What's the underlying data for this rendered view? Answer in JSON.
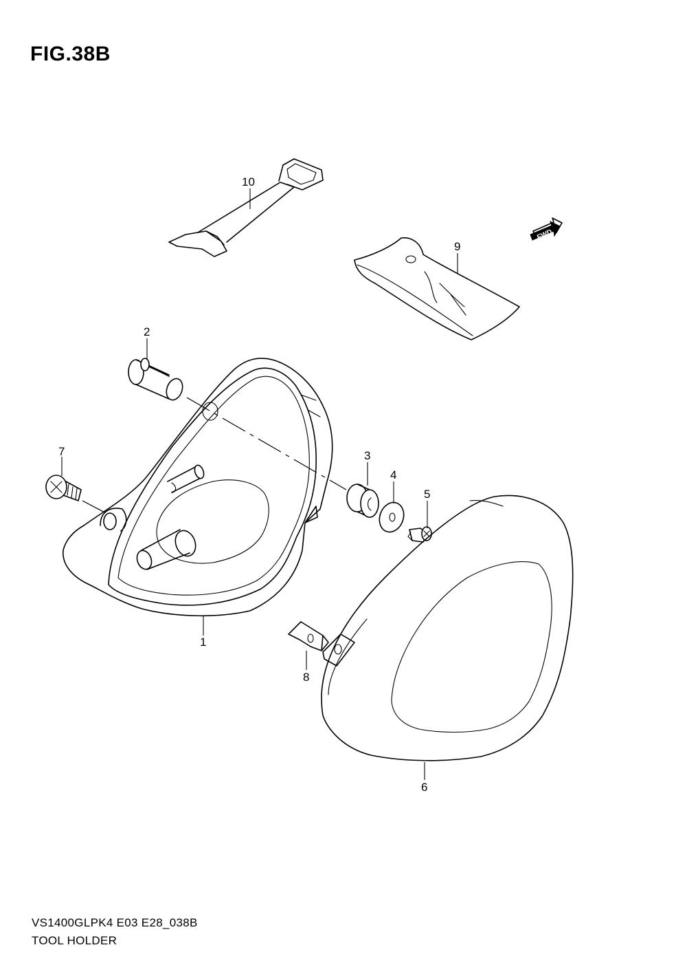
{
  "figure": {
    "title": "FIG.38B",
    "model_code": "VS1400GLPK4 E03 E28_038B",
    "section_name": "TOOL HOLDER"
  },
  "direction_marker": "FWD",
  "callouts": {
    "p1": "1",
    "p2": "2",
    "p3": "3",
    "p4": "4",
    "p5": "5",
    "p6": "6",
    "p7": "7",
    "p8": "8",
    "p9": "9",
    "p10": "10"
  }
}
